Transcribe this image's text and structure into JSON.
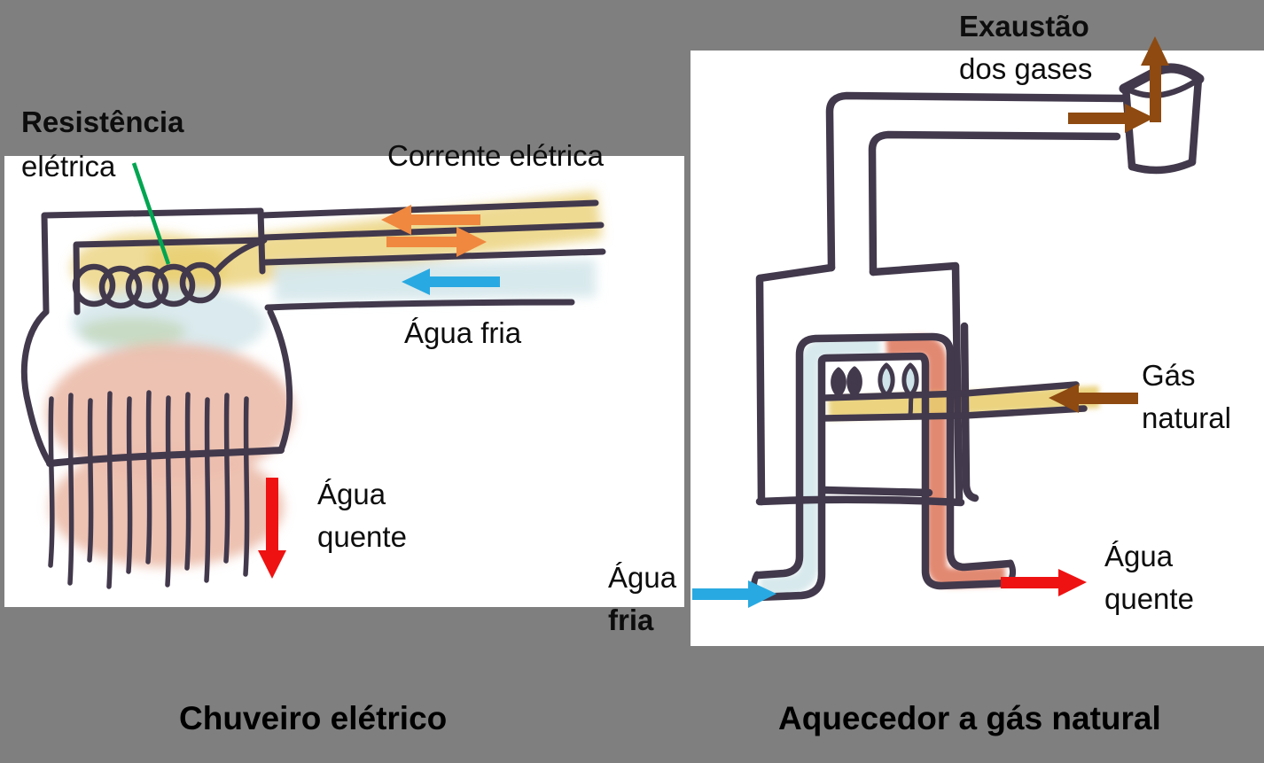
{
  "slide": {
    "background_color": "#7f7f7f",
    "panel_background": "#ffffff"
  },
  "left_diagram": {
    "caption": "Chuveiro elétrico",
    "labels": {
      "resistencia_line1": "Resistência",
      "resistencia_line2": "elétrica",
      "corrente": "Corrente elétrica",
      "agua_fria": "Água fria",
      "agua_quente": "Água quente"
    }
  },
  "right_diagram": {
    "caption": "Aquecedor a gás natural",
    "labels": {
      "exaustao_line1": "Exaustão",
      "exaustao_line2": "dos gases",
      "gas_natural": "Gás natural",
      "agua_fria_line1": "Água",
      "agua_fria_line2": "fria",
      "agua_quente": "Água quente"
    }
  },
  "colors": {
    "sketch_ink": "#42394c",
    "pointer_green": "#00a551",
    "current_arrow_orange": "#f0883f",
    "cold_water_arrow_blue": "#29a9e1",
    "hot_water_arrow_red": "#ee1212",
    "gas_exhaust_arrow_brown": "#8e4a10",
    "watercolor_yellow": "#e8cd6e",
    "watercolor_cold_blue": "#d6e8ec",
    "watercolor_warm_pink": "#ecbfae",
    "watercolor_hot_pipe": "#e07f66",
    "watercolor_flame_blue": "#cfe3ea",
    "watercolor_green_tint": "#a8bf77"
  }
}
